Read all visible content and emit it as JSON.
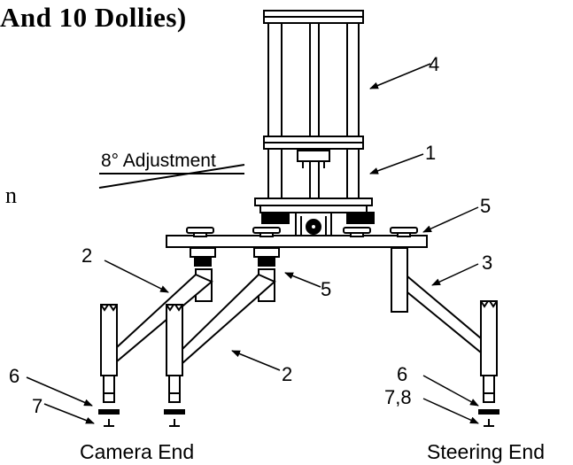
{
  "heading": "And 10 Dollies)",
  "stray_fragment": "n",
  "adjustment_label": "8° Adjustment",
  "callouts": {
    "c4": "4",
    "c1": "1",
    "c5_top": "5",
    "c3": "3",
    "c2_left": "2",
    "c5_mid": "5",
    "c2_bottom": "2",
    "c6_left": "6",
    "c7": "7",
    "c6_right": "6",
    "c78": "7,8"
  },
  "end_labels": {
    "camera": "Camera End",
    "steering": "Steering End"
  },
  "colors": {
    "line": "#000000",
    "background": "#ffffff",
    "dark_fill": "#000000"
  }
}
